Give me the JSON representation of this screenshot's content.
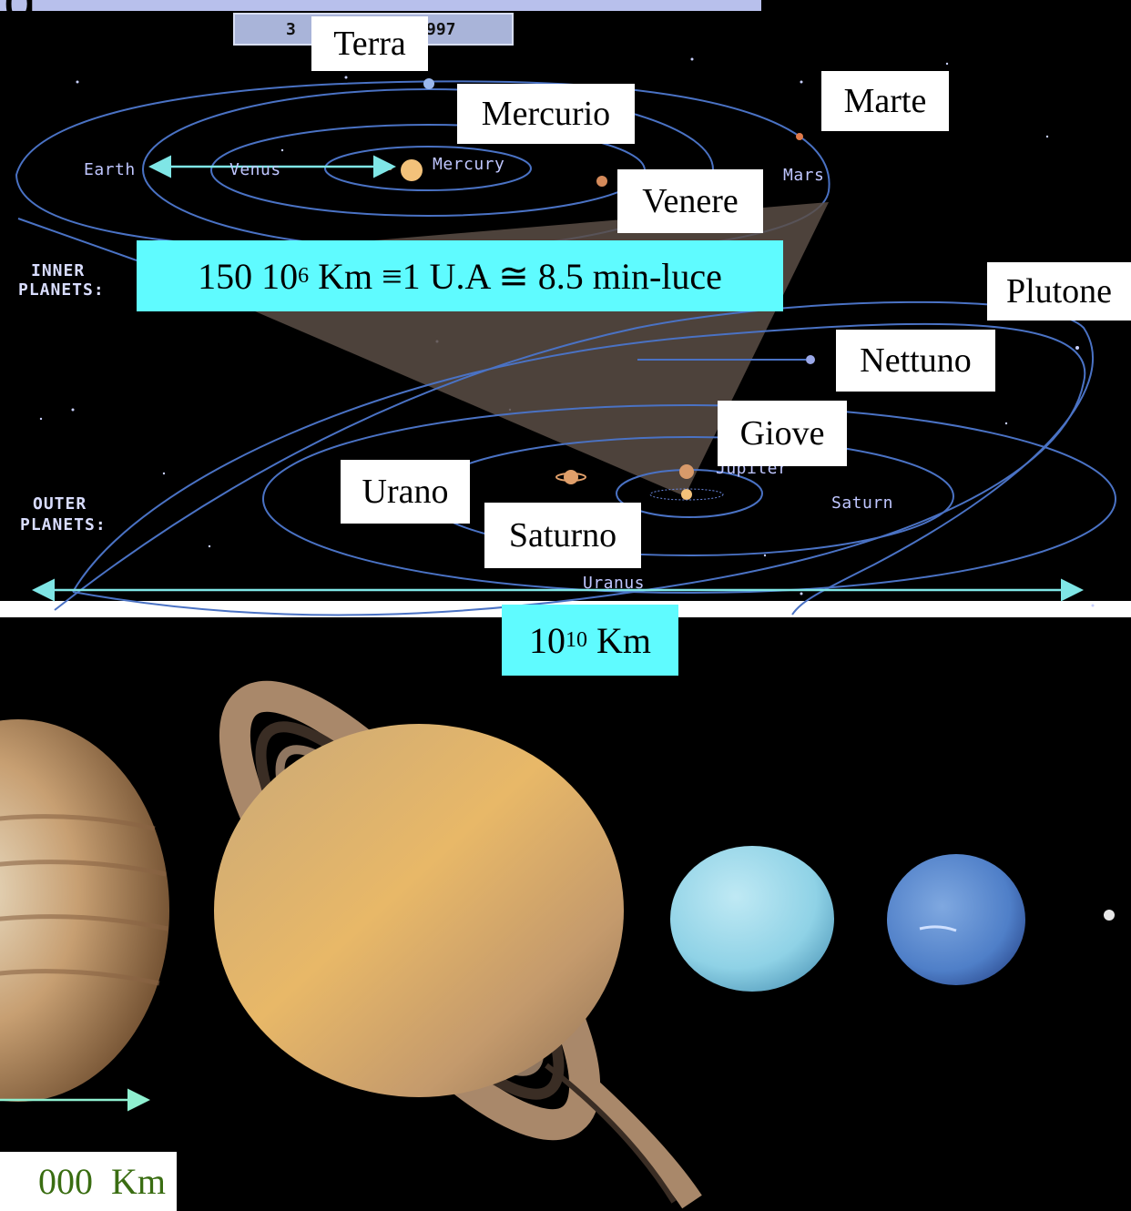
{
  "top_labels": {
    "title_fragment": "g",
    "date_left": "3",
    "date_right": "997"
  },
  "italian_labels": {
    "terra": "Terra",
    "mercurio": "Mercurio",
    "marte": "Marte",
    "venere": "Venere",
    "plutone": "Plutone",
    "nettuno": "Nettuno",
    "giove": "Giove",
    "urano": "Urano",
    "saturno": "Saturno"
  },
  "diagram_labels": {
    "earth": "Earth",
    "venus": "Venus",
    "mercury": "Mercury",
    "mars": "Mars",
    "jupiter": "Jupiter",
    "saturn": "Saturn",
    "uranus": "Uranus",
    "inner_1": "INNER",
    "inner_2": "PLANETS:",
    "outer_1": "OUTER",
    "outer_2": "PLANETS:"
  },
  "distance_boxes": {
    "au_prefix": "150 10",
    "au_exp": "6",
    "au_suffix": " Km ≡1 U.A ≅ 8.5 min-luce",
    "size_base": "10",
    "size_exp": "10",
    "size_unit": " Km",
    "bottom_fragment": "000  Km"
  },
  "colors": {
    "space": "#000000",
    "orbit": "#4a72c4",
    "label_box": "#5ffbff",
    "arrow": "#7fe6e6",
    "bottom_text": "#3a6d12"
  }
}
